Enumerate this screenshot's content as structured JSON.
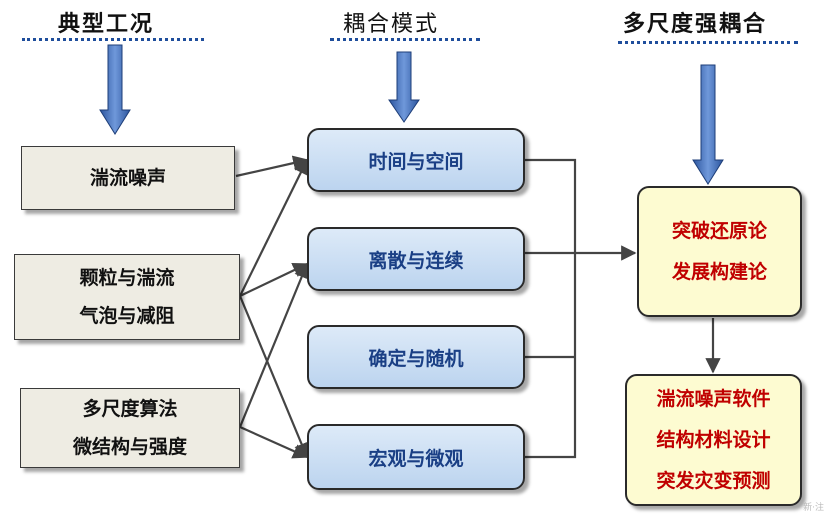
{
  "headers": {
    "typical": "典型工况",
    "mode": "耦合模式",
    "multiscale": "多尺度强耦合"
  },
  "inputs": [
    {
      "lines": [
        "湍流噪声"
      ]
    },
    {
      "lines": [
        "颗粒与湍流",
        "气泡与减阻"
      ]
    },
    {
      "lines": [
        "多尺度算法",
        "微结构与强度"
      ]
    }
  ],
  "modes": [
    "时间与空间",
    "离散与连续",
    "确定与随机",
    "宏观与微观"
  ],
  "theory": {
    "lines": [
      "突破还原论",
      "发展构建论"
    ]
  },
  "applications": {
    "lines": [
      "湍流噪声软件",
      "结构材料设计",
      "突发灾变预测"
    ]
  },
  "watermark": "新·注",
  "colors": {
    "arrow_blue": "#4a78c2",
    "mode_text": "#1a3f85",
    "result_text": "#c00000"
  }
}
